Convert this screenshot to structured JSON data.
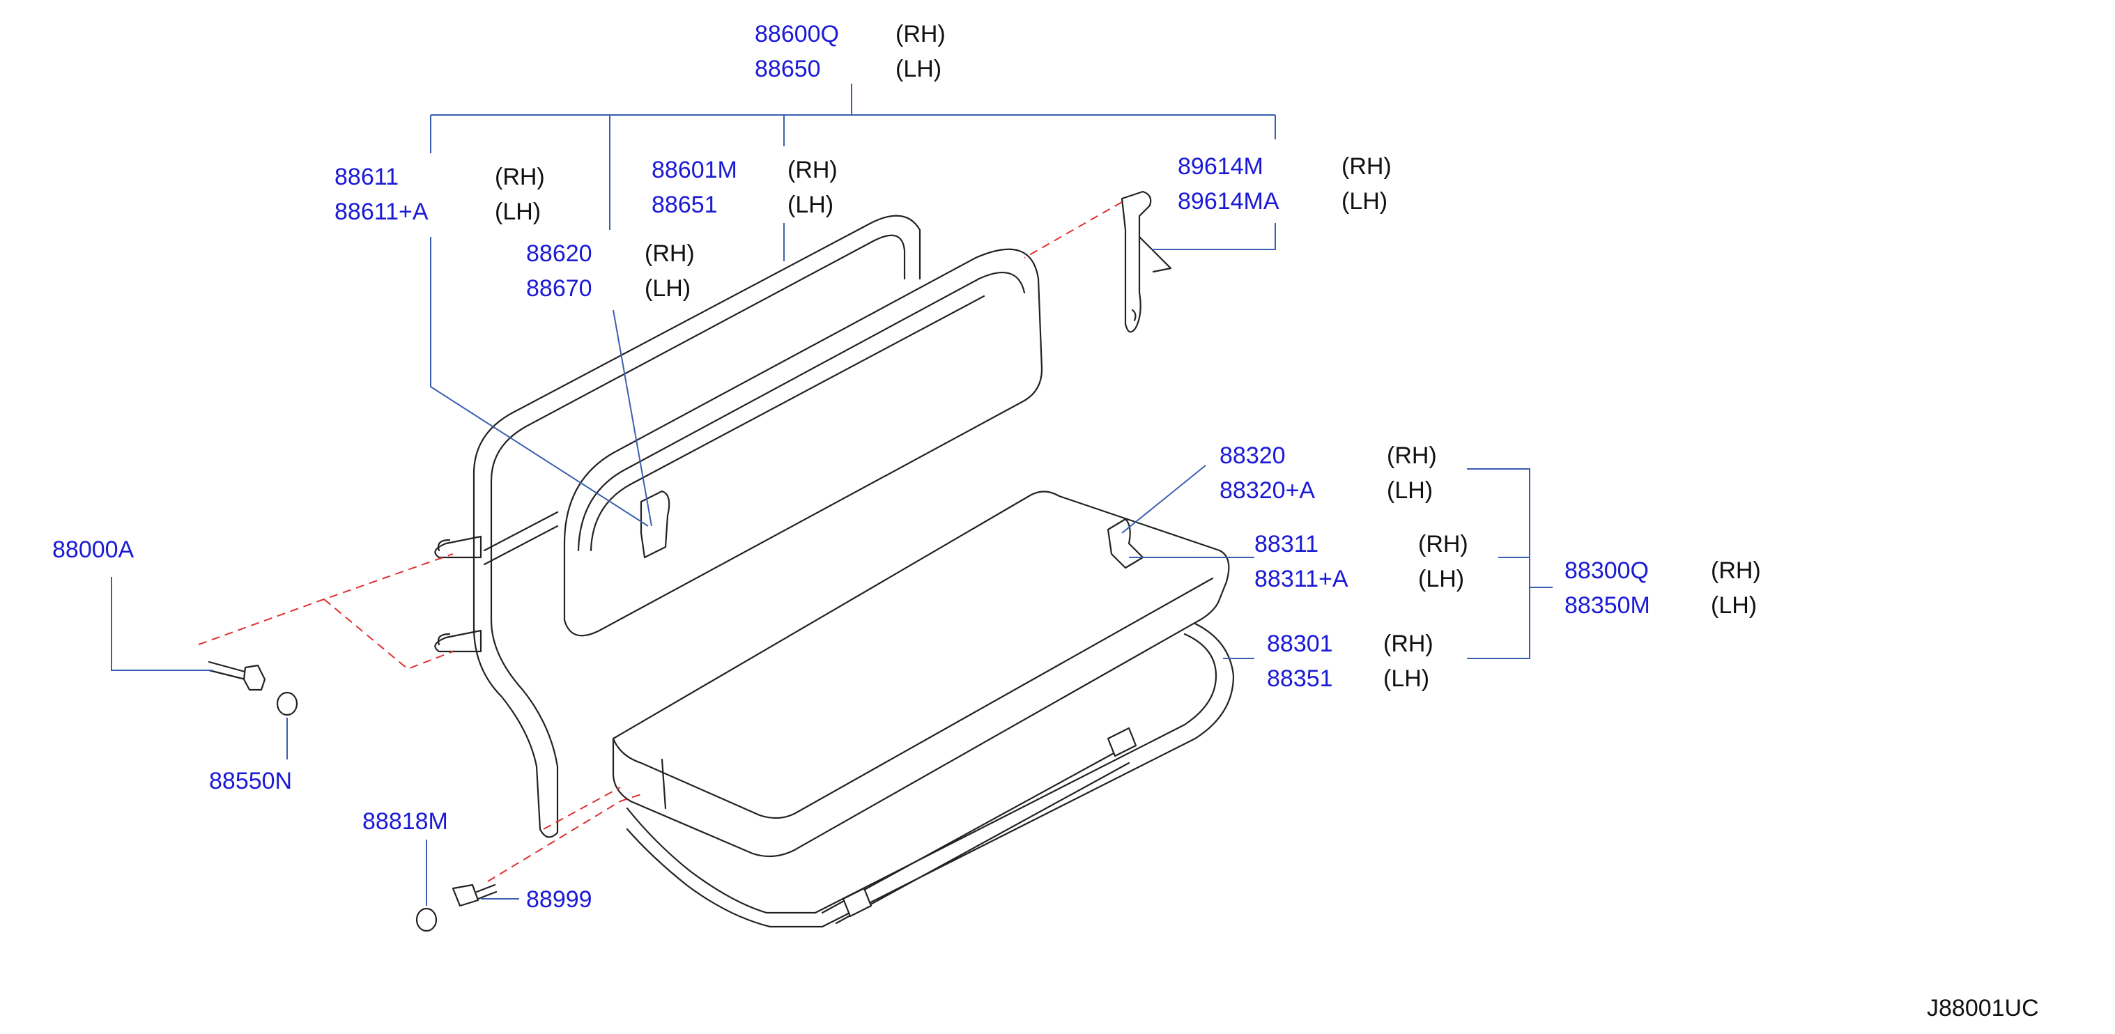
{
  "diagram_code": "J88001UC",
  "labels": {
    "p88600Q": "88600Q",
    "p88600Q_side": "(RH)",
    "p88650": "88650",
    "p88650_side": "(LH)",
    "p88611": "88611",
    "p88611_side": "(RH)",
    "p88611A": "88611+A",
    "p88611A_side": "(LH)",
    "p88601M": "88601M",
    "p88601M_side": "(RH)",
    "p88651": "88651",
    "p88651_side": "(LH)",
    "p88620": "88620",
    "p88620_side": "(RH)",
    "p88670": "88670",
    "p88670_side": "(LH)",
    "p89614M": "89614M",
    "p89614M_side": "(RH)",
    "p89614MA": "89614MA",
    "p89614MA_side": "(LH)",
    "p88320": "88320",
    "p88320_side": "(RH)",
    "p88320A": "88320+A",
    "p88320A_side": "(LH)",
    "p88311": "88311",
    "p88311_side": "(RH)",
    "p88311A": "88311+A",
    "p88311A_side": "(LH)",
    "p88300Q": "88300Q",
    "p88300Q_side": "(RH)",
    "p88350M": "88350M",
    "p88350M_side": "(LH)",
    "p88301": "88301",
    "p88301_side": "(RH)",
    "p88351": "88351",
    "p88351_side": "(LH)",
    "p88000A": "88000A",
    "p88550N": "88550N",
    "p88818M": "88818M",
    "p88999": "88999"
  },
  "colors": {
    "part_number": "#1a1ad6",
    "leader_line": "#3a5fb0",
    "phantom_line": "#e03030",
    "drawing": "#222222"
  }
}
